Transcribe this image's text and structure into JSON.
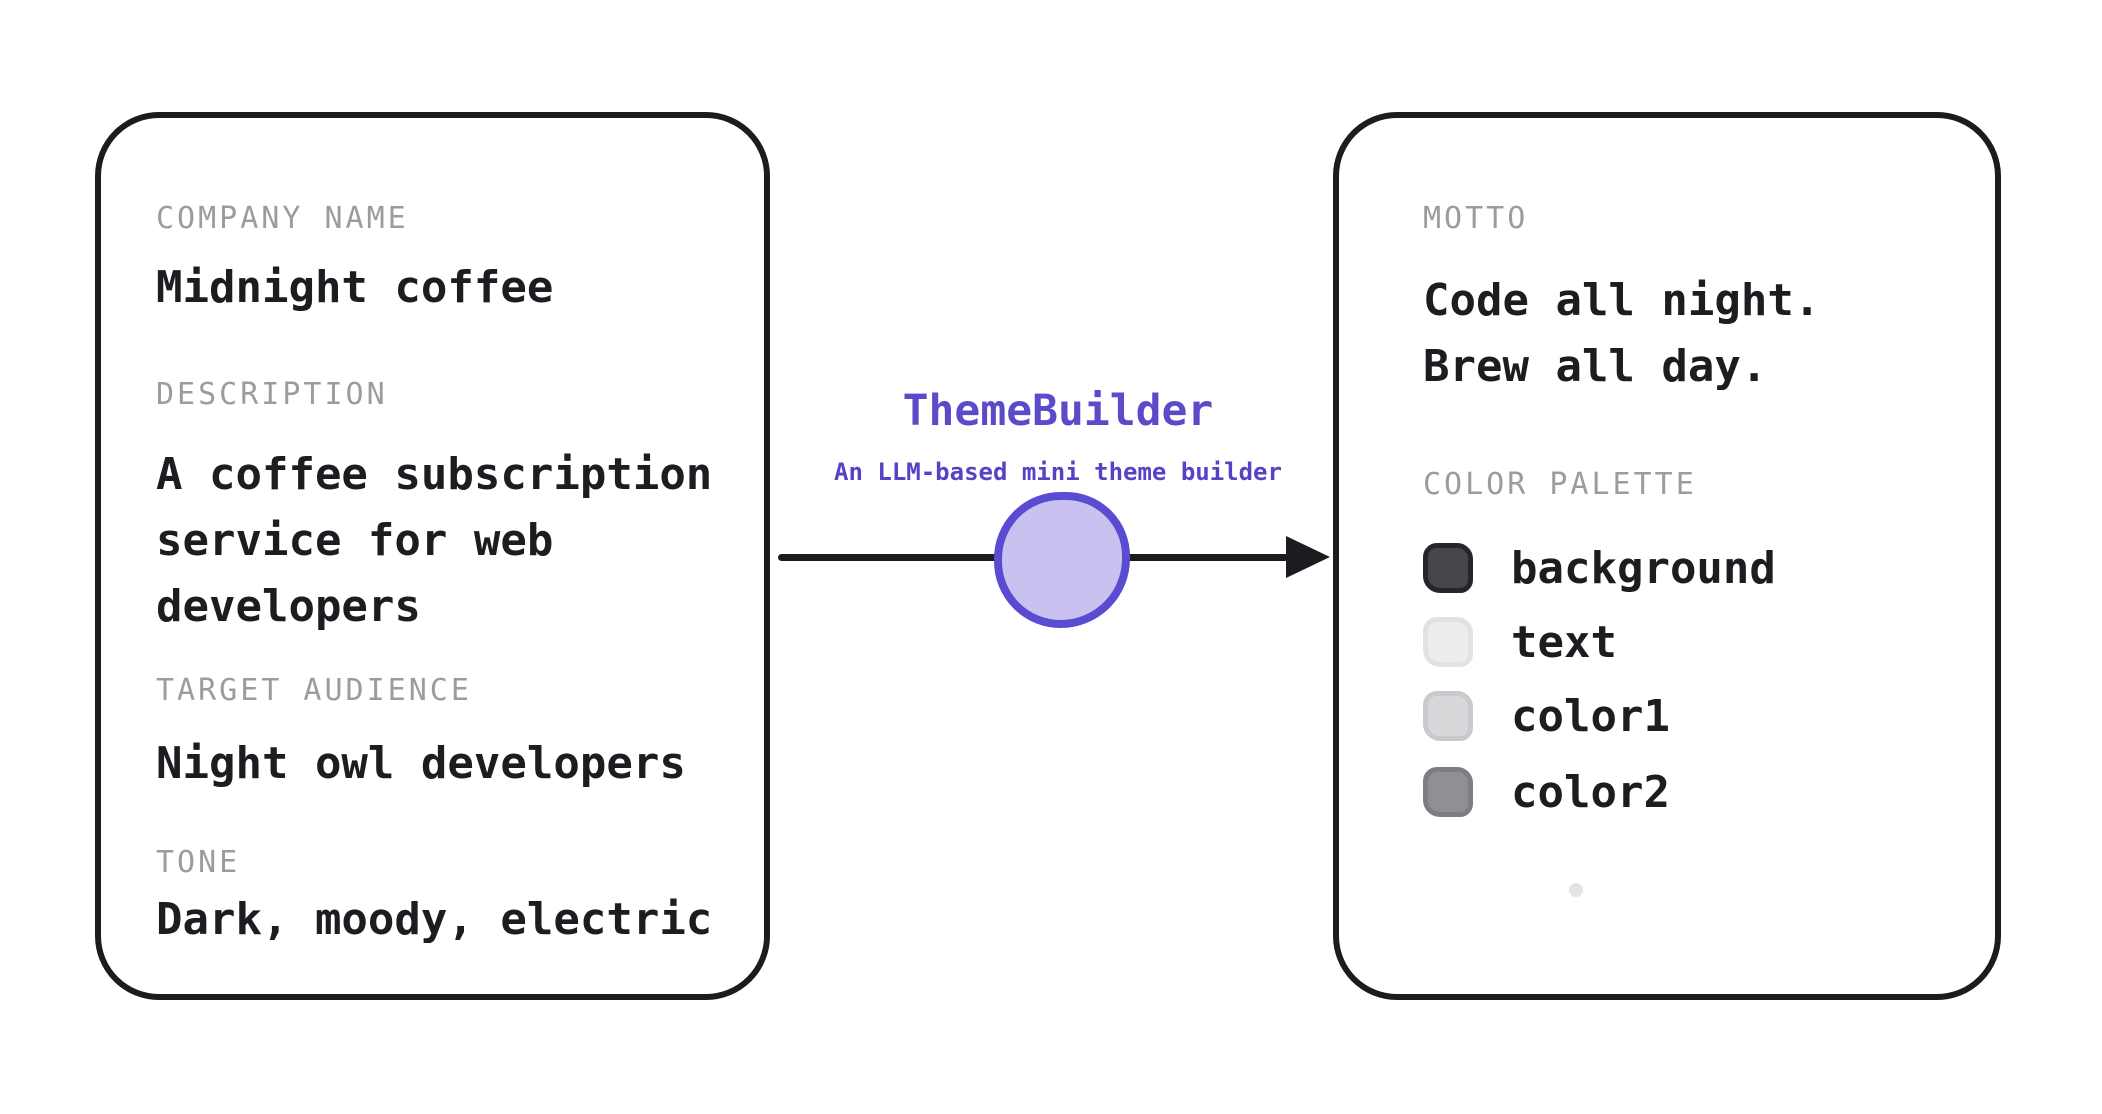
{
  "input_card": {
    "sections": [
      {
        "label": "COMPANY NAME",
        "value": "Midnight coffee"
      },
      {
        "label": "DESCRIPTION",
        "value": "A coffee subscription service for web developers"
      },
      {
        "label": "TARGET AUDIENCE",
        "value": "Night owl developers"
      },
      {
        "label": "TONE",
        "value": "Dark, moody, electric"
      }
    ]
  },
  "builder": {
    "title": "ThemeBuilder",
    "subtitle": "An LLM-based mini theme builder",
    "title_color": "#5b4bc9",
    "subtitle_color": "#5443c7",
    "node_fill": "#c9c2f1",
    "node_border": "#5a4cd1",
    "arrow_color": "#1b1c20"
  },
  "output_card": {
    "motto_label": "MOTTO",
    "motto_lines": [
      "Code all night.",
      "Brew all day."
    ],
    "palette_label": "COLOR PALETTE",
    "palette": [
      {
        "name": "background",
        "fill": "#46474d",
        "border": "#25262c"
      },
      {
        "name": "text",
        "fill": "#ededee",
        "border": "#e2e2e4"
      },
      {
        "name": "color1",
        "fill": "#d7d8da",
        "border": "#c9cacd"
      },
      {
        "name": "color2",
        "fill": "#8f9094",
        "border": "#7c7e83"
      }
    ],
    "stray_dot_color": "#e3e3e4"
  }
}
